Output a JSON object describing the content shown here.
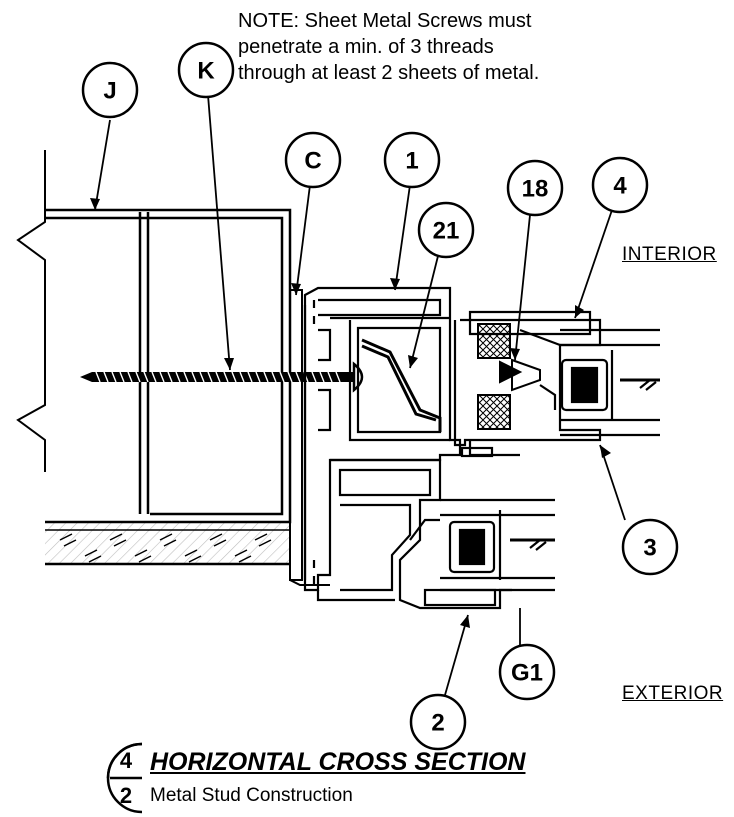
{
  "note": {
    "line1": "NOTE: Sheet Metal Screws must",
    "line2": "penetrate a min. of  3 threads",
    "line3": "through at least 2 sheets of metal."
  },
  "callouts": {
    "J": "J",
    "K": "K",
    "C": "C",
    "n1": "1",
    "n21": "21",
    "n18": "18",
    "n4": "4",
    "n3": "3",
    "n2": "2",
    "G1": "G1"
  },
  "labels": {
    "interior": "INTERIOR",
    "exterior": "EXTERIOR"
  },
  "title": {
    "detail_number": "4",
    "sheet_number": "2",
    "main": "HORIZONTAL CROSS SECTION",
    "subtitle": "Metal Stud Construction"
  }
}
